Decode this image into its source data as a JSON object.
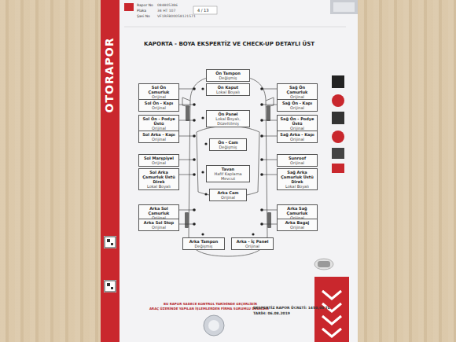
{
  "diagram": {
    "title": "KAPORTA - BOYA EKSPERTİZ VE CHECK-UP DETAYLI ÜST",
    "nodes": [
      {
        "text": [
          "Ön Tampon",
          "Değişmiş"
        ]
      },
      {
        "text": [
          "Sol Ön Çamurluk",
          "Orijinal"
        ]
      },
      {
        "text": [
          "Ön Kaput",
          "Lokal Boyalı"
        ]
      },
      {
        "text": [
          "Sağ Ön Çamurluk",
          "Orijinal"
        ]
      },
      {
        "text": [
          "Sol Ön - Kapı",
          "Orijinal"
        ]
      },
      {
        "text": [
          "Sağ Ön - Kapı",
          "Orijinal"
        ]
      },
      {
        "text": [
          "Sol Ön - Podye Üstü",
          "Orijinal"
        ]
      },
      {
        "text": [
          "Ön Panel",
          "Lokal Boyalı, Düzeltilmiş"
        ]
      },
      {
        "text": [
          "Sağ Ön - Podye Üstü",
          "Orijinal"
        ]
      },
      {
        "text": [
          "Sol Arka - Kapı",
          "Orijinal"
        ]
      },
      {
        "text": [
          "Ön - Cam",
          "Değişmiş"
        ]
      },
      {
        "text": [
          "Sağ Arka - Kapı",
          "Orijinal"
        ]
      },
      {
        "text": [
          "Sol Marşpiyel",
          "Orijinal"
        ]
      },
      {
        "text": [
          "Sunroof",
          "Orijinal"
        ]
      },
      {
        "text": [
          "Sol Arka Çamurluk Üstü Direk",
          "Lokal Boyalı"
        ]
      },
      {
        "text": [
          "Tavan",
          "Hafif Kaplama Mevcut"
        ]
      },
      {
        "text": [
          "Sağ Arka Çamurluk Üstü Direk",
          "Lokal Boyalı"
        ]
      },
      {
        "text": [
          "Arka Cam",
          "Orijinal"
        ]
      },
      {
        "text": [
          "Arka Sol Çamurluk",
          "Orijinal"
        ]
      },
      {
        "text": [
          "Arka Sağ Çamurluk",
          "Orijinal"
        ]
      },
      {
        "text": [
          "Arka Sol Stop",
          "Orijinal"
        ]
      },
      {
        "text": [
          "Arka Bagaj",
          "Orijinal"
        ]
      },
      {
        "text": [
          "Arka Tampon",
          "Değişmiş"
        ]
      },
      {
        "text": [
          "Arka - İç Panel",
          "Orijinal"
        ]
      }
    ],
    "labels": [
      "OTORAPOR",
      "Rapor No",
      "084805386",
      "Plaka",
      "34 HT 107",
      "Şasi No",
      "VF1RFB00058121571",
      "4 / 13",
      "BU RAPOR SADECE KONTROL TARİHİNDE GEÇERLİDİR",
      "ARAÇ ÜZERİNDE YAPILAN İŞLEMLERDEN FİRMA SORUMLU DEĞİLDİR",
      "EKSPERTİZ RAPOR ÜCRETİ: 1450,00 TL",
      "TARİH: 06.08.2019"
    ]
  }
}
